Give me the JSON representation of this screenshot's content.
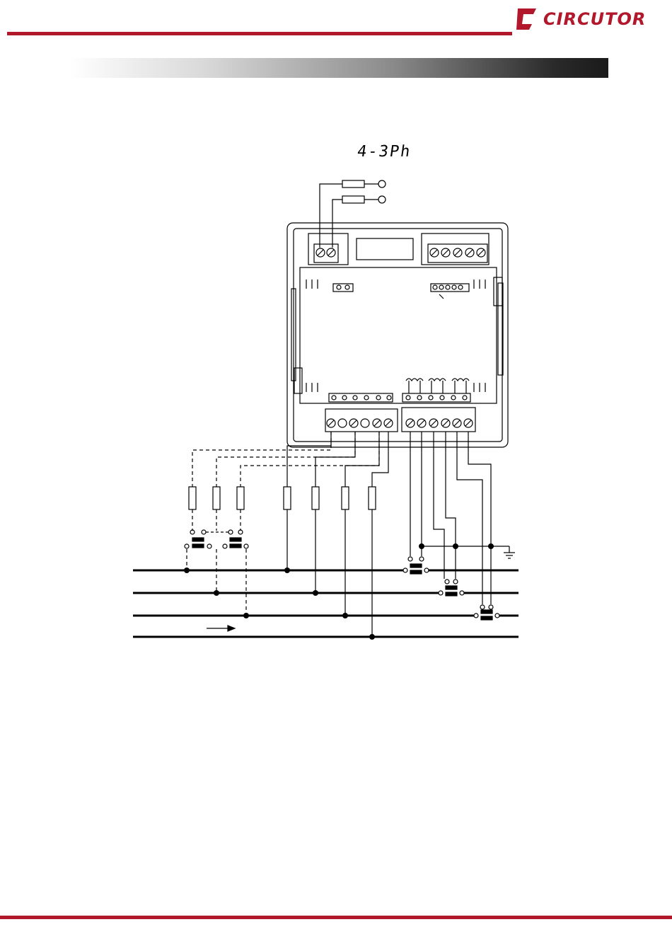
{
  "header": {
    "brand": "CIRCUTOR",
    "brand_color": "#b2182b",
    "logo_icon": "circutor-c-logo-icon"
  },
  "diagram": {
    "mode_label": "4-3Ph",
    "icons": [
      "meter-device-icon",
      "fuse-icon",
      "current-transformer-icon",
      "ground-icon",
      "direction-arrow-icon"
    ],
    "line_count": 4,
    "fuse_count": 7,
    "current_transformer_count": 5
  }
}
